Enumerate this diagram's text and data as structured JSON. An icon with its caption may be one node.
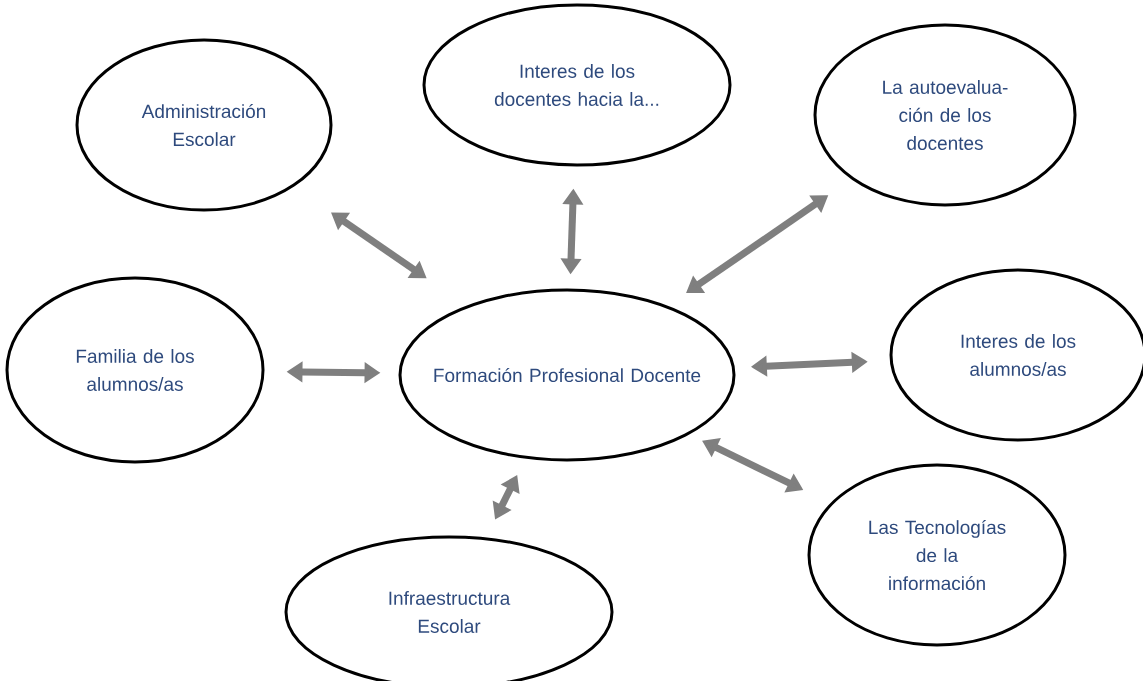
{
  "diagram": {
    "nodes": [
      {
        "text": [
          "Administración Escolar"
        ]
      },
      {
        "text": [
          "Interes de los docentes hacia la..."
        ]
      },
      {
        "text": [
          "La autoevalua- ción de los docentes"
        ]
      },
      {
        "text": [
          "Familia de los alumnos/as"
        ]
      },
      {
        "text": [
          "Formación Profesional Docente"
        ]
      },
      {
        "text": [
          "Interes de los alumnos/as"
        ]
      },
      {
        "text": [
          "Las Tecnologías de la información"
        ]
      },
      {
        "text": [
          "Infraestructura Escolar"
        ]
      }
    ],
    "edges": [
      {
        "from": 4,
        "to": 0,
        "arrow": "both"
      },
      {
        "from": 4,
        "to": 1,
        "arrow": "both"
      },
      {
        "from": 4,
        "to": 2,
        "arrow": "both"
      },
      {
        "from": 4,
        "to": 3,
        "arrow": "both"
      },
      {
        "from": 4,
        "to": 5,
        "arrow": "both"
      },
      {
        "from": 4,
        "to": 6,
        "arrow": "both"
      },
      {
        "from": 4,
        "to": 7,
        "arrow": "both"
      }
    ]
  }
}
